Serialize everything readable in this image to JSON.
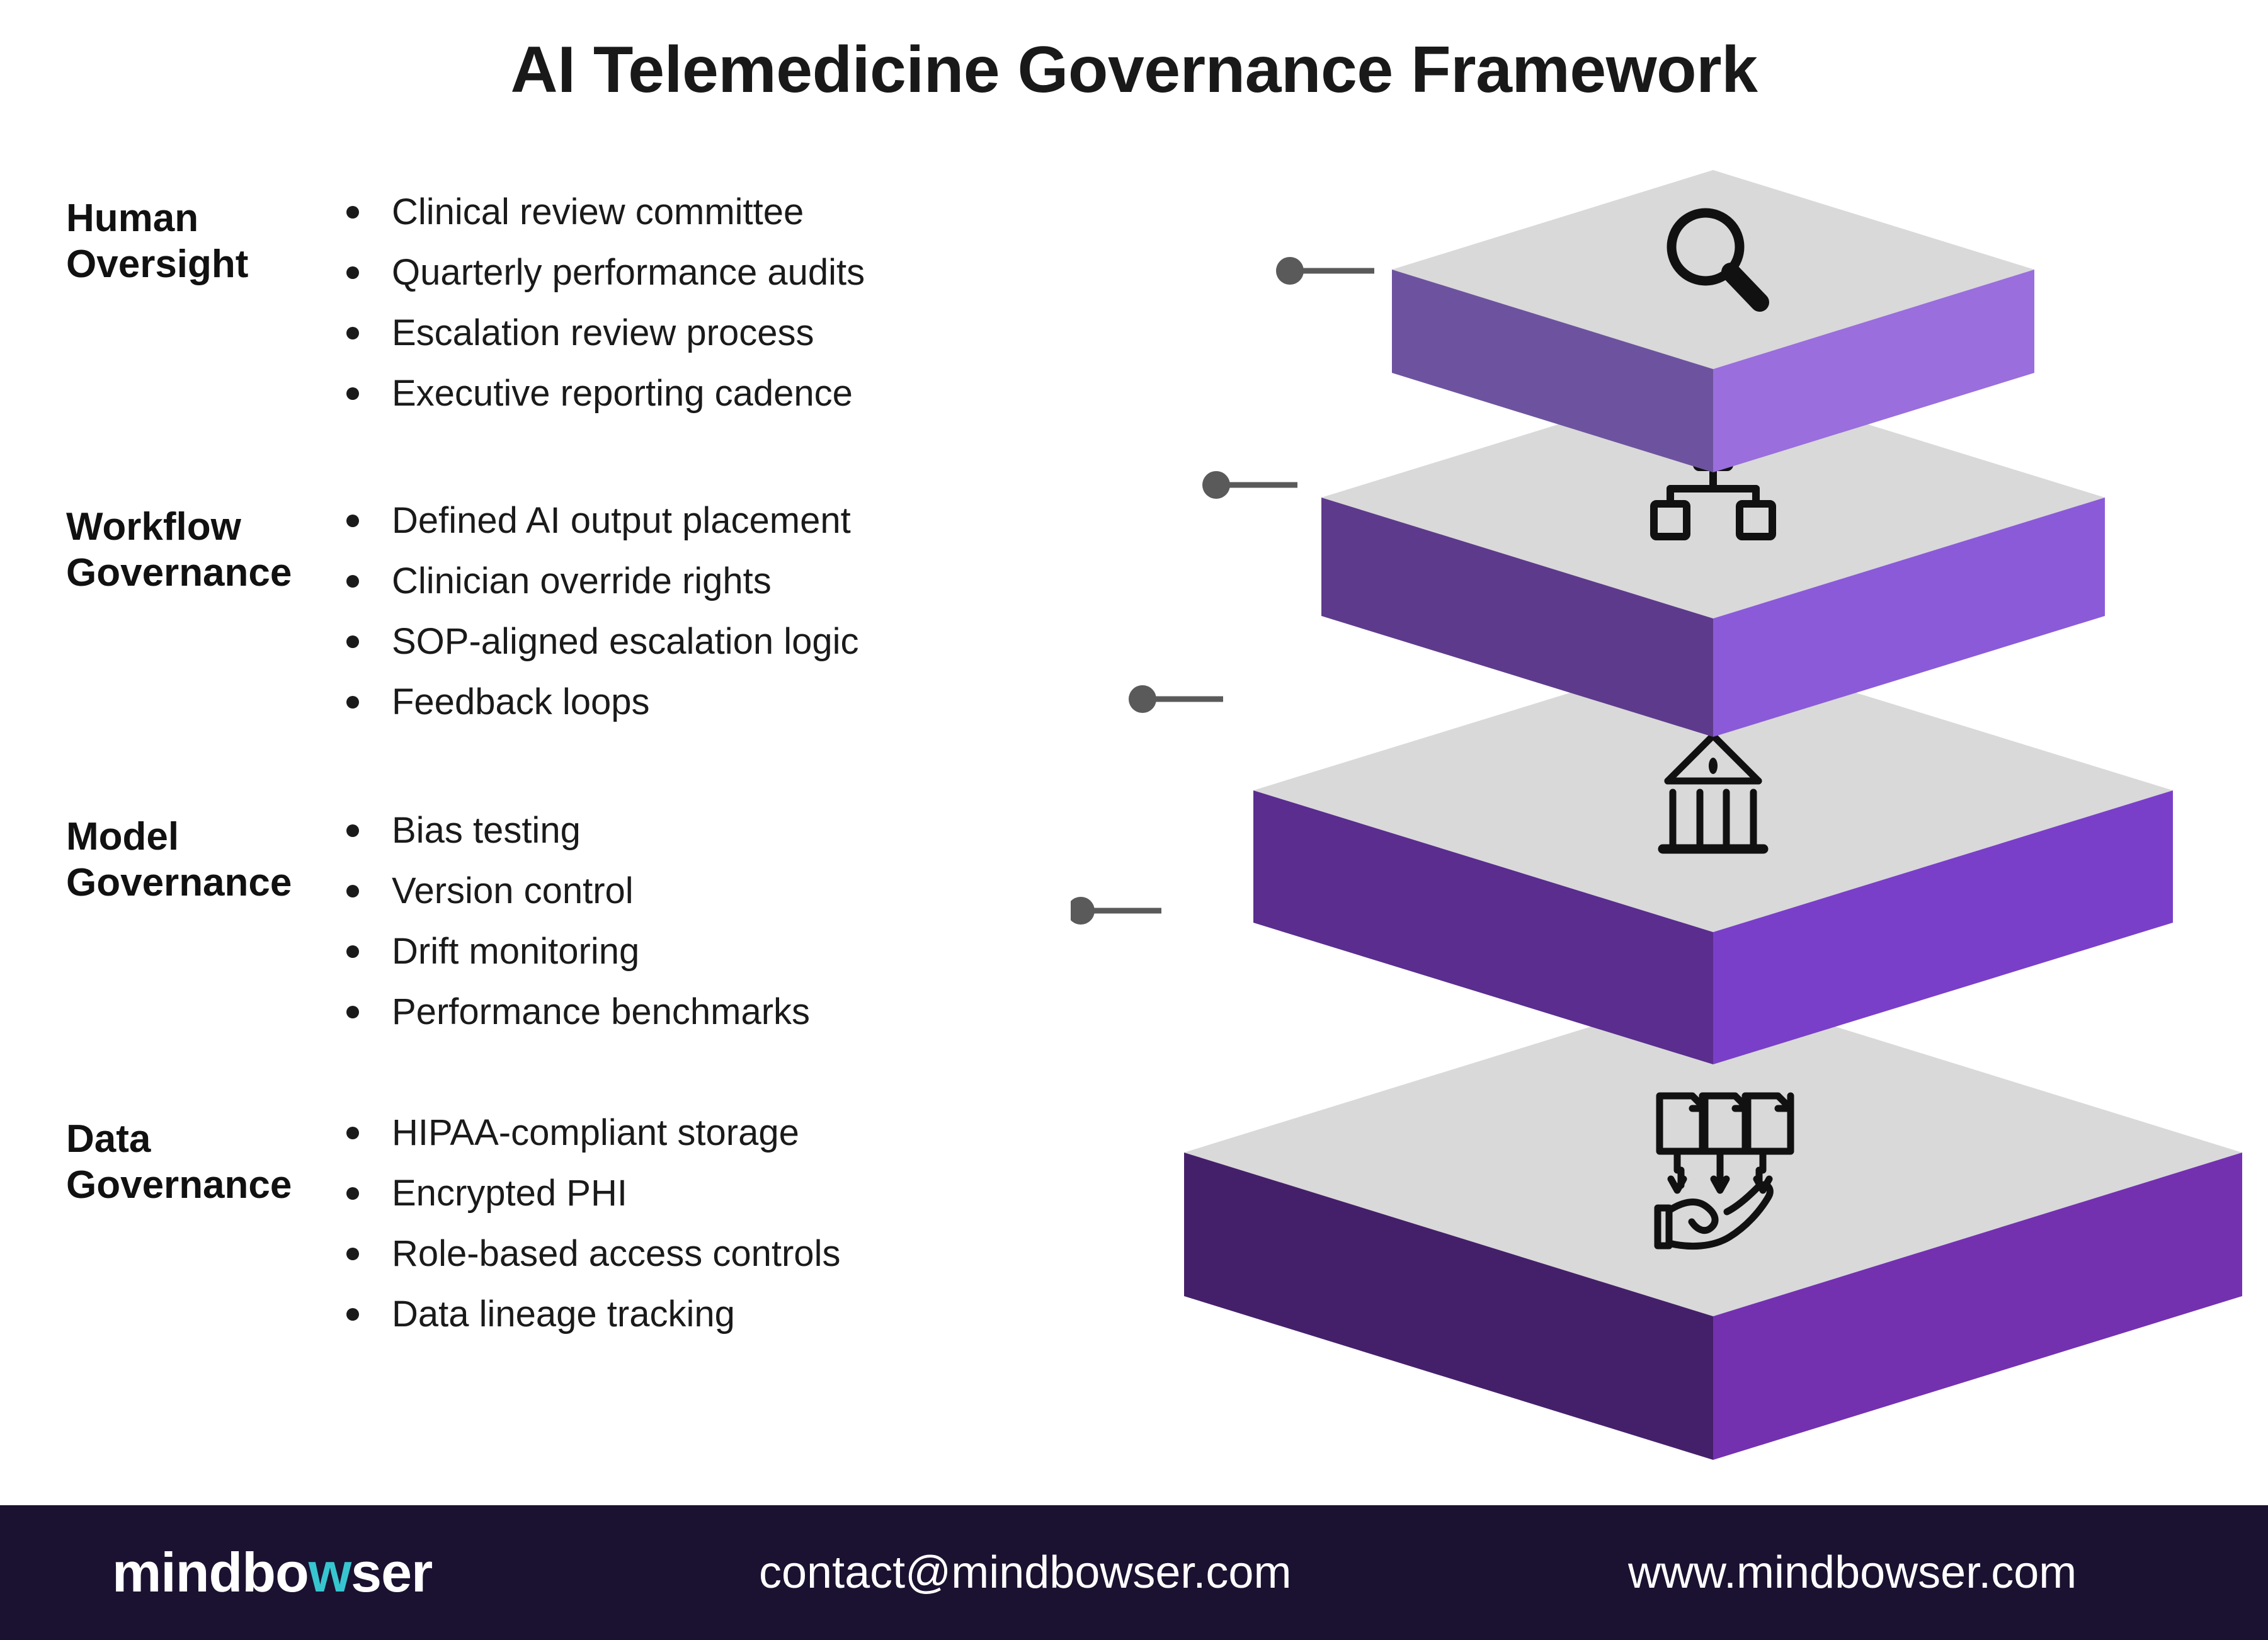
{
  "title": "AI Telemedicine Governance Framework",
  "sections": [
    {
      "label": "Human\nOversight",
      "icon": "magnifier-icon",
      "items": [
        "Clinical review committee",
        "Quarterly performance audits",
        "Escalation review process",
        "Executive reporting cadence"
      ]
    },
    {
      "label": "Workflow\nGovernance",
      "icon": "org-chart-icon",
      "items": [
        "Defined AI output placement",
        "Clinician override rights",
        "SOP-aligned escalation logic",
        "Feedback loops"
      ]
    },
    {
      "label": "Model\nGovernance",
      "icon": "bank-building-icon",
      "items": [
        "Bias testing",
        "Version control",
        "Drift monitoring",
        "Performance benchmarks"
      ]
    },
    {
      "label": "Data\nGovernance",
      "icon": "documents-to-hand-icon",
      "items": [
        "HIPAA-compliant storage",
        "Encrypted PHI",
        "Role-based access controls",
        "Data lineage tracking"
      ]
    }
  ],
  "footer": {
    "logo_prefix": "mindbo",
    "logo_accent": "w",
    "logo_suffix": "ser",
    "email": "contact@mindbowser.com",
    "website": "www.mindbowser.com"
  },
  "colors": {
    "title_text": "#191919",
    "body_text": "#1a1a1a",
    "top_face": "#d9d9d9",
    "connector": "#5a5a5a",
    "footer_bg": "#1b1130",
    "logo_accent": "#37c6d0",
    "layer1_left": "#6d539f",
    "layer1_right": "#9a6edd",
    "layer2_left": "#5e3a8c",
    "layer2_right": "#8b5ad8",
    "layer3_left": "#5a2d8f",
    "layer3_right": "#7a3fc8",
    "layer4_left": "#45206a",
    "layer4_right": "#7331b0"
  }
}
